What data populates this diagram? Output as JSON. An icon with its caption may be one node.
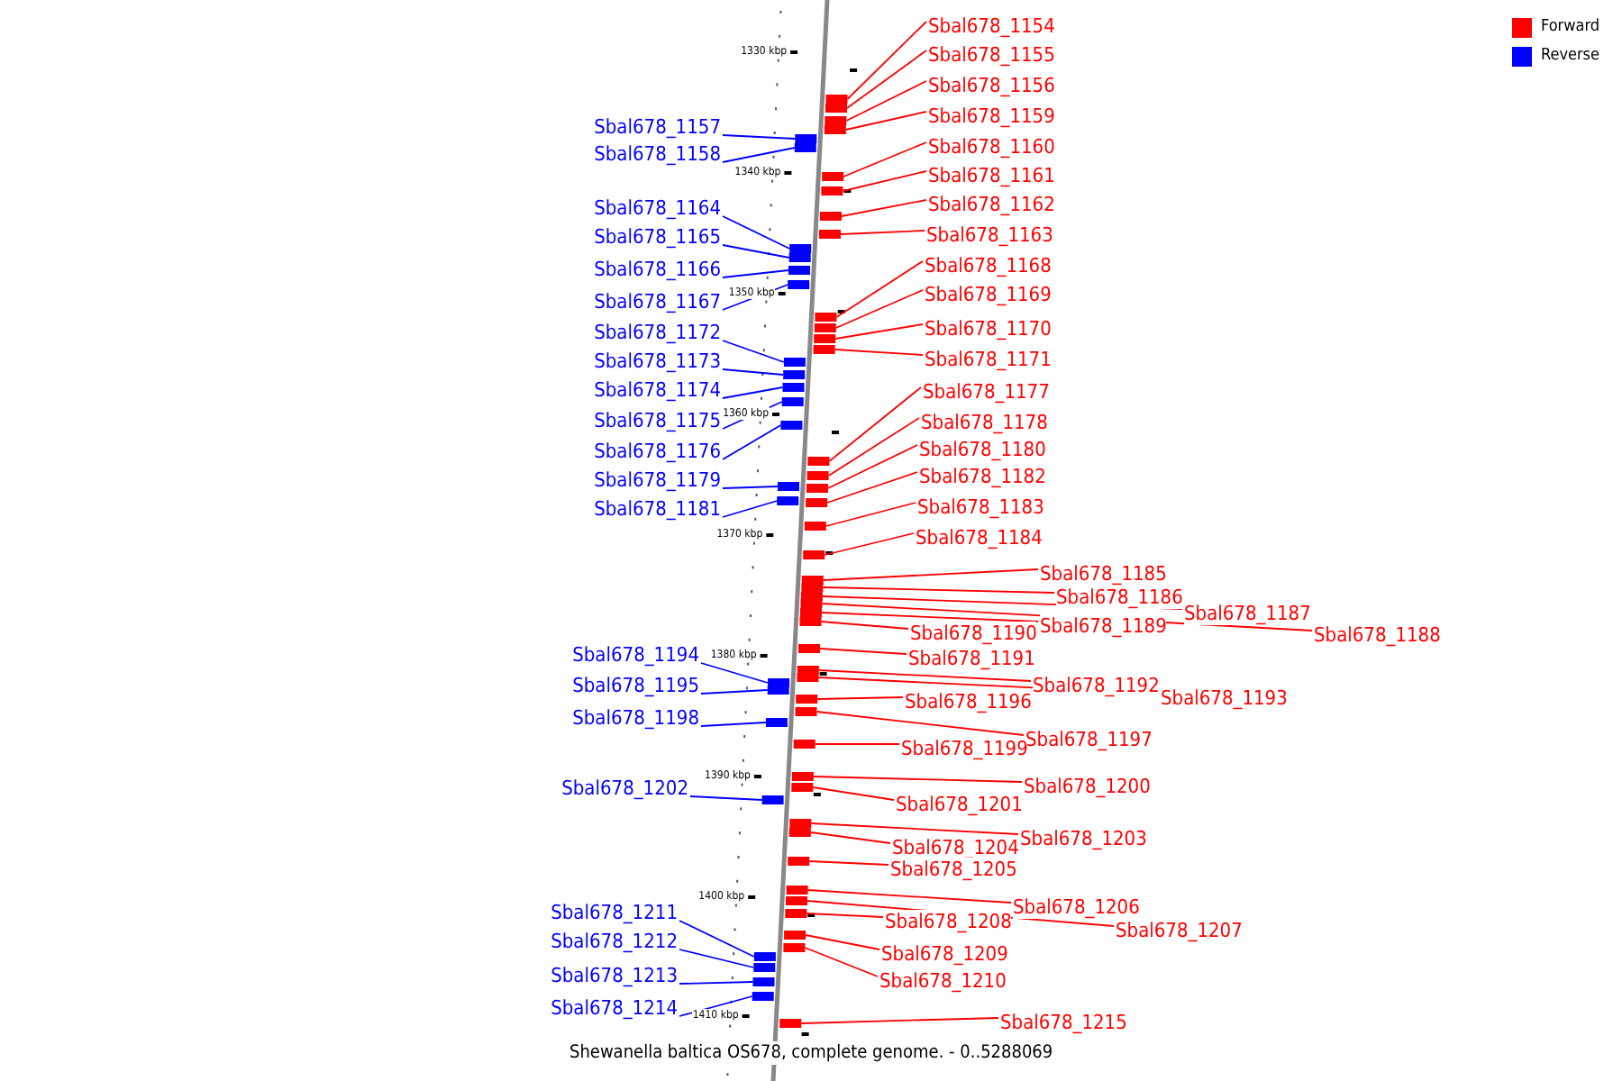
{
  "diagram": {
    "caption": "Shewanella baltica OS678, complete genome. - 0..5288069",
    "nodes": [
      {
        "text": [
          "Sbal678_1154"
        ]
      },
      {
        "text": [
          "Sbal678_1155"
        ]
      },
      {
        "text": [
          "Sbal678_1156"
        ]
      },
      {
        "text": [
          "Sbal678_1159"
        ]
      },
      {
        "text": [
          "Sbal678_1160"
        ]
      },
      {
        "text": [
          "Sbal678_1161"
        ]
      },
      {
        "text": [
          "Sbal678_1162"
        ]
      },
      {
        "text": [
          "Sbal678_1163"
        ]
      },
      {
        "text": [
          "Sbal678_1168"
        ]
      },
      {
        "text": [
          "Sbal678_1169"
        ]
      },
      {
        "text": [
          "Sbal678_1170"
        ]
      },
      {
        "text": [
          "Sbal678_1171"
        ]
      },
      {
        "text": [
          "Sbal678_1177"
        ]
      },
      {
        "text": [
          "Sbal678_1178"
        ]
      },
      {
        "text": [
          "Sbal678_1180"
        ]
      },
      {
        "text": [
          "Sbal678_1182"
        ]
      },
      {
        "text": [
          "Sbal678_1183"
        ]
      },
      {
        "text": [
          "Sbal678_1184"
        ]
      },
      {
        "text": [
          "Sbal678_1185"
        ]
      },
      {
        "text": [
          "Sbal678_1186"
        ]
      },
      {
        "text": [
          "Sbal678_1187"
        ]
      },
      {
        "text": [
          "Sbal678_1188"
        ]
      },
      {
        "text": [
          "Sbal678_1189"
        ]
      },
      {
        "text": [
          "Sbal678_1190"
        ]
      },
      {
        "text": [
          "Sbal678_1191"
        ]
      },
      {
        "text": [
          "Sbal678_1192"
        ]
      },
      {
        "text": [
          "Sbal678_1193"
        ]
      },
      {
        "text": [
          "Sbal678_1196"
        ]
      },
      {
        "text": [
          "Sbal678_1197"
        ]
      },
      {
        "text": [
          "Sbal678_1199"
        ]
      },
      {
        "text": [
          "Sbal678_1200"
        ]
      },
      {
        "text": [
          "Sbal678_1201"
        ]
      },
      {
        "text": [
          "Sbal678_1203"
        ]
      },
      {
        "text": [
          "Sbal678_1204"
        ]
      },
      {
        "text": [
          "Sbal678_1205"
        ]
      },
      {
        "text": [
          "Sbal678_1206"
        ]
      },
      {
        "text": [
          "Sbal678_1207"
        ]
      },
      {
        "text": [
          "Sbal678_1208"
        ]
      },
      {
        "text": [
          "Sbal678_1209"
        ]
      },
      {
        "text": [
          "Sbal678_1210"
        ]
      },
      {
        "text": [
          "Sbal678_1215"
        ]
      },
      {
        "text": [
          "Sbal678_1157"
        ]
      },
      {
        "text": [
          "Sbal678_1158"
        ]
      },
      {
        "text": [
          "Sbal678_1164"
        ]
      },
      {
        "text": [
          "Sbal678_1165"
        ]
      },
      {
        "text": [
          "Sbal678_1166"
        ]
      },
      {
        "text": [
          "Sbal678_1167"
        ]
      },
      {
        "text": [
          "Sbal678_1172"
        ]
      },
      {
        "text": [
          "Sbal678_1173"
        ]
      },
      {
        "text": [
          "Sbal678_1174"
        ]
      },
      {
        "text": [
          "Sbal678_1175"
        ]
      },
      {
        "text": [
          "Sbal678_1176"
        ]
      },
      {
        "text": [
          "Sbal678_1179"
        ]
      },
      {
        "text": [
          "Sbal678_1181"
        ]
      },
      {
        "text": [
          "Sbal678_1194"
        ]
      },
      {
        "text": [
          "Sbal678_1195"
        ]
      },
      {
        "text": [
          "Sbal678_1198"
        ]
      },
      {
        "text": [
          "Sbal678_1202"
        ]
      },
      {
        "text": [
          "Sbal678_1211"
        ]
      },
      {
        "text": [
          "Sbal678_1212"
        ]
      },
      {
        "text": [
          "Sbal678_1213"
        ]
      },
      {
        "text": [
          "Sbal678_1214"
        ]
      },
      {
        "text": [],
        "shape": "box"
      },
      {
        "text": [],
        "shape": "box"
      },
      {
        "text": [],
        "shape": "box"
      },
      {
        "text": [],
        "shape": "box"
      },
      {
        "text": [],
        "shape": "box"
      },
      {
        "text": [],
        "shape": "box"
      },
      {
        "text": [],
        "shape": "box"
      },
      {
        "text": [],
        "shape": "box"
      },
      {
        "text": [],
        "shape": "box"
      },
      {
        "text": [],
        "shape": "box"
      },
      {
        "text": [],
        "shape": "box"
      },
      {
        "text": [],
        "shape": "box"
      },
      {
        "text": [],
        "shape": "box"
      },
      {
        "text": [],
        "shape": "box"
      },
      {
        "text": [],
        "shape": "box"
      },
      {
        "text": [],
        "shape": "box"
      },
      {
        "text": [],
        "shape": "box"
      },
      {
        "text": [],
        "shape": "box"
      },
      {
        "text": [],
        "shape": "box"
      },
      {
        "text": [],
        "shape": "box"
      },
      {
        "text": [],
        "shape": "box"
      },
      {
        "text": [],
        "shape": "box"
      },
      {
        "text": [],
        "shape": "box"
      },
      {
        "text": [],
        "shape": "box"
      },
      {
        "text": [],
        "shape": "box"
      },
      {
        "text": [],
        "shape": "box"
      },
      {
        "text": [],
        "shape": "box"
      },
      {
        "text": [],
        "shape": "box"
      },
      {
        "text": [],
        "shape": "box"
      },
      {
        "text": [],
        "shape": "box"
      },
      {
        "text": [],
        "shape": "box"
      },
      {
        "text": [],
        "shape": "box"
      },
      {
        "text": [],
        "shape": "box"
      },
      {
        "text": [],
        "shape": "box"
      },
      {
        "text": [],
        "shape": "box"
      },
      {
        "text": [],
        "shape": "box"
      },
      {
        "text": [],
        "shape": "box"
      },
      {
        "text": [],
        "shape": "box"
      },
      {
        "text": [],
        "shape": "box"
      },
      {
        "text": [],
        "shape": "box"
      },
      {
        "text": [],
        "shape": "box"
      },
      {
        "text": [],
        "shape": "box"
      },
      {
        "text": [],
        "shape": "box"
      },
      {
        "text": [],
        "shape": "box"
      },
      {
        "text": [],
        "shape": "box"
      },
      {
        "text": [],
        "shape": "box"
      },
      {
        "text": [],
        "shape": "box"
      },
      {
        "text": [],
        "shape": "box"
      },
      {
        "text": [],
        "shape": "box"
      },
      {
        "text": [],
        "shape": "box"
      },
      {
        "text": [],
        "shape": "box"
      },
      {
        "text": [],
        "shape": "box"
      },
      {
        "text": [],
        "shape": "box"
      },
      {
        "text": [],
        "shape": "box"
      },
      {
        "text": [],
        "shape": "box"
      },
      {
        "text": [],
        "shape": "box"
      },
      {
        "text": [],
        "shape": "box"
      },
      {
        "text": [],
        "shape": "box"
      },
      {
        "text": [],
        "shape": "box"
      },
      {
        "text": [],
        "shape": "box"
      },
      {
        "text": [],
        "shape": "box"
      },
      {
        "text": [],
        "shape": "box"
      }
    ],
    "edges": [
      {
        "from": 0,
        "to": 62,
        "arrow": "none"
      },
      {
        "from": 1,
        "to": 63,
        "arrow": "none"
      },
      {
        "from": 2,
        "to": 64,
        "arrow": "none"
      },
      {
        "from": 3,
        "to": 65,
        "arrow": "none"
      },
      {
        "from": 4,
        "to": 66,
        "arrow": "none"
      },
      {
        "from": 5,
        "to": 67,
        "arrow": "none"
      },
      {
        "from": 6,
        "to": 68,
        "arrow": "none"
      },
      {
        "from": 7,
        "to": 69,
        "arrow": "none"
      },
      {
        "from": 8,
        "to": 70,
        "arrow": "none"
      },
      {
        "from": 9,
        "to": 71,
        "arrow": "none"
      },
      {
        "from": 10,
        "to": 72,
        "arrow": "none"
      },
      {
        "from": 11,
        "to": 73,
        "arrow": "none"
      },
      {
        "from": 12,
        "to": 74,
        "arrow": "none"
      },
      {
        "from": 13,
        "to": 75,
        "arrow": "none"
      },
      {
        "from": 14,
        "to": 76,
        "arrow": "none"
      },
      {
        "from": 15,
        "to": 77,
        "arrow": "none"
      },
      {
        "from": 16,
        "to": 78,
        "arrow": "none"
      },
      {
        "from": 17,
        "to": 79,
        "arrow": "none"
      },
      {
        "from": 18,
        "to": 80,
        "arrow": "none"
      },
      {
        "from": 19,
        "to": 81,
        "arrow": "none"
      },
      {
        "from": 20,
        "to": 82,
        "arrow": "none"
      },
      {
        "from": 21,
        "to": 83,
        "arrow": "none"
      },
      {
        "from": 22,
        "to": 84,
        "arrow": "none"
      },
      {
        "from": 23,
        "to": 85,
        "arrow": "none"
      },
      {
        "from": 24,
        "to": 86,
        "arrow": "none"
      },
      {
        "from": 25,
        "to": 87,
        "arrow": "none"
      },
      {
        "from": 26,
        "to": 88,
        "arrow": "none"
      },
      {
        "from": 27,
        "to": 89,
        "arrow": "none"
      },
      {
        "from": 28,
        "to": 90,
        "arrow": "none"
      },
      {
        "from": 29,
        "to": 91,
        "arrow": "none"
      },
      {
        "from": 30,
        "to": 92,
        "arrow": "none"
      },
      {
        "from": 31,
        "to": 93,
        "arrow": "none"
      },
      {
        "from": 32,
        "to": 94,
        "arrow": "none"
      },
      {
        "from": 33,
        "to": 95,
        "arrow": "none"
      },
      {
        "from": 34,
        "to": 96,
        "arrow": "none"
      },
      {
        "from": 35,
        "to": 97,
        "arrow": "none"
      },
      {
        "from": 36,
        "to": 98,
        "arrow": "none"
      },
      {
        "from": 37,
        "to": 99,
        "arrow": "none"
      },
      {
        "from": 38,
        "to": 100,
        "arrow": "none"
      },
      {
        "from": 39,
        "to": 101,
        "arrow": "none"
      },
      {
        "from": 40,
        "to": 102,
        "arrow": "none"
      },
      {
        "from": 41,
        "to": 103,
        "arrow": "none",
        "color": "#0000ff"
      },
      {
        "from": 42,
        "to": 104,
        "arrow": "none",
        "color": "#0000ff"
      },
      {
        "from": 43,
        "to": 105,
        "arrow": "none",
        "color": "#0000ff"
      },
      {
        "from": 44,
        "to": 106,
        "arrow": "none",
        "color": "#0000ff"
      },
      {
        "from": 45,
        "to": 107,
        "arrow": "none",
        "color": "#0000ff"
      },
      {
        "from": 46,
        "to": 108,
        "arrow": "none",
        "color": "#0000ff"
      },
      {
        "from": 47,
        "to": 109,
        "arrow": "none",
        "color": "#0000ff"
      },
      {
        "from": 48,
        "to": 110,
        "arrow": "none",
        "color": "#0000ff"
      },
      {
        "from": 49,
        "to": 111,
        "arrow": "none",
        "color": "#0000ff"
      },
      {
        "from": 50,
        "to": 112,
        "arrow": "none",
        "color": "#0000ff"
      },
      {
        "from": 51,
        "to": 113,
        "arrow": "none",
        "color": "#0000ff"
      },
      {
        "from": 52,
        "to": 114,
        "arrow": "none",
        "color": "#0000ff"
      },
      {
        "from": 53,
        "to": 115,
        "arrow": "none",
        "color": "#0000ff"
      },
      {
        "from": 54,
        "to": 116,
        "arrow": "none",
        "color": "#0000ff"
      },
      {
        "from": 55,
        "to": 117,
        "arrow": "none",
        "color": "#0000ff"
      },
      {
        "from": 56,
        "to": 118,
        "arrow": "none",
        "color": "#0000ff"
      },
      {
        "from": 57,
        "to": 119,
        "arrow": "none",
        "color": "#0000ff"
      },
      {
        "from": 58,
        "to": 120,
        "arrow": "none",
        "color": "#0000ff"
      },
      {
        "from": 59,
        "to": 121,
        "arrow": "none",
        "color": "#0000ff"
      },
      {
        "from": 60,
        "to": 122,
        "arrow": "none",
        "color": "#0000ff"
      },
      {
        "from": 61,
        "to": 123,
        "arrow": "none",
        "color": "#0000ff"
      }
    ],
    "labels": [
      "1330 kbp",
      "1340 kbp",
      "1350 kbp",
      "1360 kbp",
      "1370 kbp",
      "1380 kbp",
      "1390 kbp",
      "1400 kbp",
      "1410 kbp"
    ],
    "legend": [
      {
        "text": "Forward",
        "color": "#ff0000"
      },
      {
        "text": "Reverse",
        "color": "#0000ff"
      }
    ]
  }
}
